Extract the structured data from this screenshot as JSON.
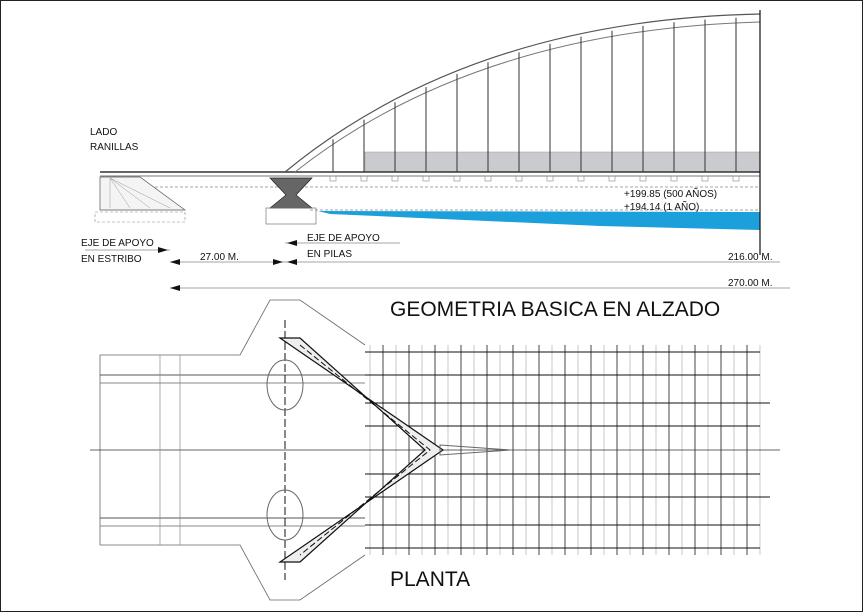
{
  "elevation": {
    "side_label_line1": "LADO",
    "side_label_line2": "RANILLAS",
    "abutment_axis_line1": "EJE DE APOYO",
    "abutment_axis_line2": "EN ESTRIBO",
    "pier_axis_line1": "EJE DE APOYO",
    "pier_axis_line2": "EN PILAS",
    "span_side": "27.00 M.",
    "span_main": "216.00 M.",
    "span_total": "270.00 M.",
    "flood_500": "+199.85 (500 AÑOS)",
    "flood_1": "+194.14 (1 AÑO)",
    "title": "GEOMETRIA BASICA EN ALZADO"
  },
  "plan": {
    "title": "PLANTA"
  },
  "colors": {
    "water": "#1ca0dc",
    "deck_band": "#c9cbcf",
    "line": "#222222"
  }
}
